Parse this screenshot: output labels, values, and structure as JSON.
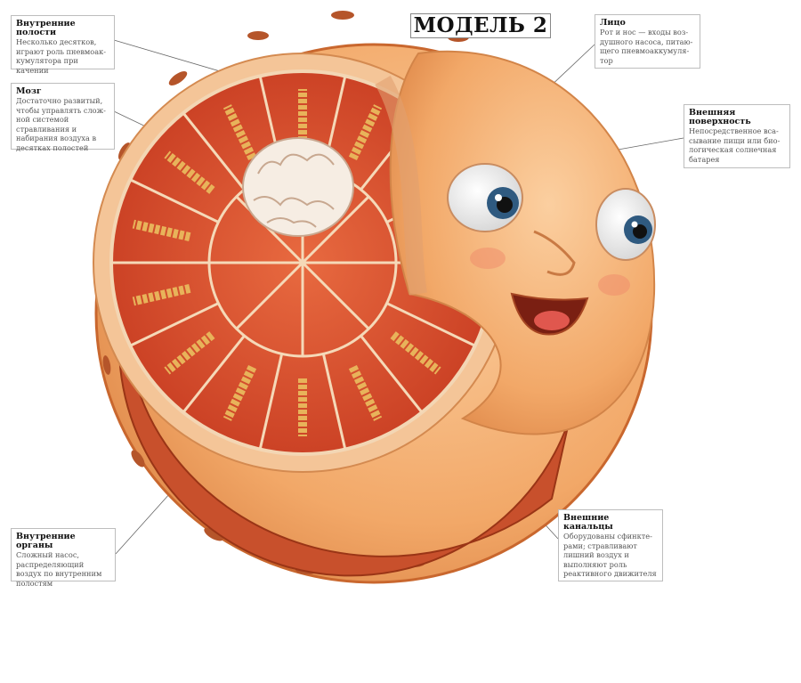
{
  "title": "МОДЕЛЬ 2",
  "labels": {
    "cavities": {
      "heading": "Внутренние полости",
      "text": "Несколько десятков, играют роль пневмоак­кумулятора при качении"
    },
    "brain": {
      "heading": "Мозг",
      "text": "Достаточно развитый, чтобы управлять слож­ной системой стравлива­ния и набирания возду­ха в десятках полостей"
    },
    "face": {
      "heading": "Лицо",
      "text": "Рот и нос — входы воз­душного насоса, питаю­щего пневмоаккумуля­тор"
    },
    "surface": {
      "heading": "Внешняя поверхность",
      "text": "Непосредственное вса­сывание пищи или био­логическая солнечная батарея"
    },
    "organs": {
      "heading": "Внутренние органы",
      "text": "Сложный насос, распре­деляющий воздух по внутренним полостям"
    },
    "channels": {
      "heading": "Внешние канальцы",
      "text": "Оборудованы сфинкте­рами; стравливают лиш­ний воздух и выполняют роль реактивного дви­жителя"
    }
  },
  "colors": {
    "skin": "#f2a868",
    "rim": "#c9672e",
    "flesh": "#d8452a",
    "cream": "#f7d3a8"
  }
}
